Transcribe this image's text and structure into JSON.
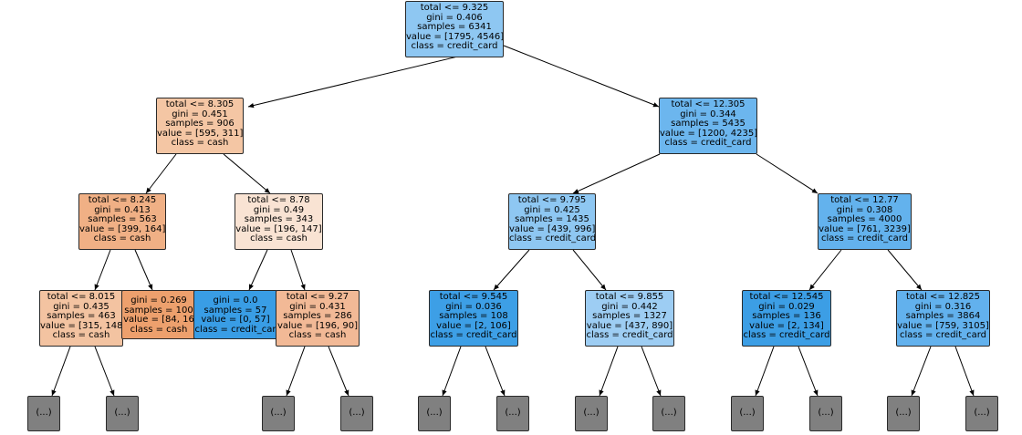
{
  "colors": {
    "accent_blue_strong": "#3c9be6",
    "accent_blue_mid": "#5fb0ec",
    "accent_blue_light": "#8ec7f2",
    "accent_blue_pale": "#9fcff4",
    "accent_orange_strong": "#eda06d",
    "accent_orange_mid": "#f0ae83",
    "accent_orange_light": "#f4c6a4",
    "accent_orange_pale": "#f8e2d0",
    "truncated_grey": "#808080"
  },
  "nodes": [
    {
      "id": "n0",
      "lines": [
        "total <= 9.325",
        "gini = 0.406",
        "samples = 6341",
        "value = [1795, 4546]",
        "class = credit_card"
      ]
    },
    {
      "id": "n1",
      "lines": [
        "total <= 8.305",
        "gini = 0.451",
        "samples = 906",
        "value = [595, 311]",
        "class = cash"
      ]
    },
    {
      "id": "n2",
      "lines": [
        "total <= 12.305",
        "gini = 0.344",
        "samples = 5435",
        "value = [1200, 4235]",
        "class = credit_card"
      ]
    },
    {
      "id": "n3",
      "lines": [
        "total <= 8.245",
        "gini = 0.413",
        "samples = 563",
        "value = [399, 164]",
        "class = cash"
      ]
    },
    {
      "id": "n4",
      "lines": [
        "total <= 8.78",
        "gini = 0.49",
        "samples = 343",
        "value = [196, 147]",
        "class = cash"
      ]
    },
    {
      "id": "n5",
      "lines": [
        "total <= 9.795",
        "gini = 0.425",
        "samples = 1435",
        "value = [439, 996]",
        "class = credit_card"
      ]
    },
    {
      "id": "n6",
      "lines": [
        "total <= 12.77",
        "gini = 0.308",
        "samples = 4000",
        "value = [761, 3239]",
        "class = credit_card"
      ]
    },
    {
      "id": "n7",
      "lines": [
        "total <= 8.015",
        "gini = 0.435",
        "samples = 463",
        "value = [315, 148",
        "class = cash"
      ]
    },
    {
      "id": "n8",
      "lines": [
        "",
        "gini = 0.269",
        "samples = 100",
        "value = [84, 16",
        "class = cash"
      ]
    },
    {
      "id": "n9",
      "lines": [
        "",
        "gini = 0.0",
        "samples = 57",
        "value = [0, 57]",
        "class = credit_car"
      ]
    },
    {
      "id": "n10",
      "lines": [
        "total <= 9.27",
        "gini = 0.431",
        "samples = 286",
        "value = [196, 90]",
        "class = cash"
      ]
    },
    {
      "id": "n11",
      "lines": [
        "total <= 9.545",
        "gini = 0.036",
        "samples = 108",
        "value = [2, 106]",
        "class = credit_card"
      ]
    },
    {
      "id": "n12",
      "lines": [
        "total <= 9.855",
        "gini = 0.442",
        "samples = 1327",
        "value = [437, 890]",
        "class = credit_card"
      ]
    },
    {
      "id": "n13",
      "lines": [
        "total <= 12.545",
        "gini = 0.029",
        "samples = 136",
        "value = [2, 134]",
        "class = credit_card"
      ]
    },
    {
      "id": "n14",
      "lines": [
        "total <= 12.825",
        "gini = 0.316",
        "samples = 3864",
        "value = [759, 3105]",
        "class = credit_card"
      ]
    }
  ],
  "truncated_label": "(...)"
}
